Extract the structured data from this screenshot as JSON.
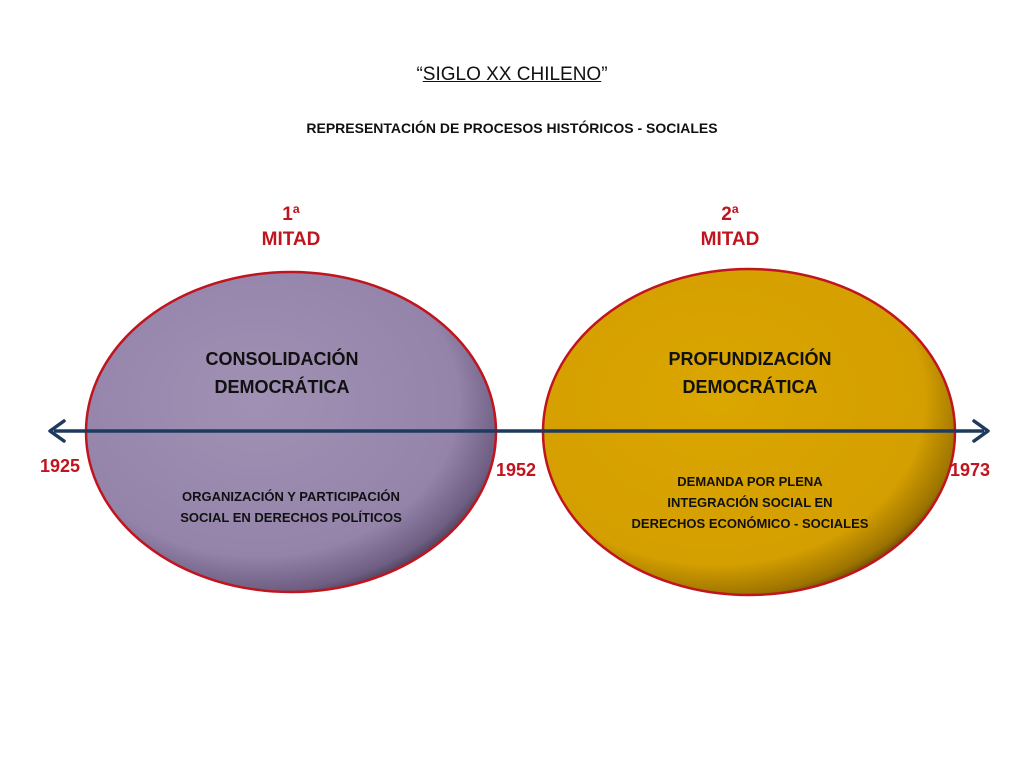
{
  "title": {
    "open_quote": "“",
    "text": "SIGLO XX CHILENO",
    "close_quote": "”"
  },
  "subtitle": "REPRESENTACIÓN DE PROCESOS HISTÓRICOS - SOCIALES",
  "periods": [
    {
      "ordinal": "1ª",
      "label": "MITAD",
      "title_line1": "CONSOLIDACIÓN",
      "title_line2": "DEMOCRÁTICA",
      "desc_line1": "ORGANIZACIÓN Y PARTICIPACIÓN",
      "desc_line2": "SOCIAL EN DERECHOS POLÍTICOS",
      "color": "#9b8aad"
    },
    {
      "ordinal": "2ª",
      "label": "MITAD",
      "title_line1": "PROFUNDIZACIÓN",
      "title_line2": "DEMOCRÁTICA",
      "desc_line1": "DEMANDA POR PLENA",
      "desc_line2": "INTEGRACIÓN SOCIAL EN",
      "desc_line3": "DERECHOS ECONÓMICO - SOCIALES",
      "color": "#d8a300"
    }
  ],
  "years": [
    "1925",
    "1952",
    "1973"
  ],
  "colors": {
    "accent_red": "#c0141e",
    "timeline": "#1f3a5f",
    "oval_border": "#c0141e"
  }
}
